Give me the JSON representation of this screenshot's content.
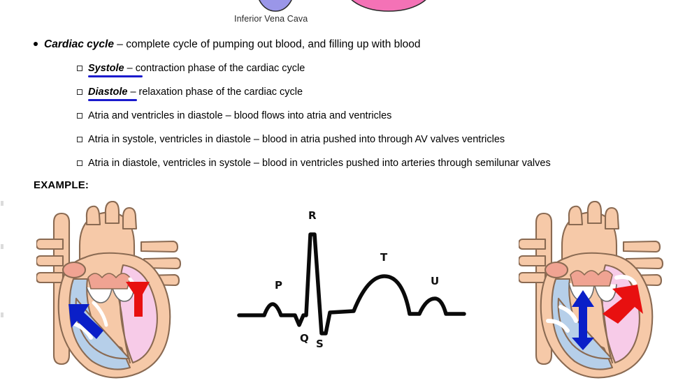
{
  "top_diagram": {
    "label": "Inferior Vena Cava",
    "shapes": {
      "vein_circle_color": "#9a96e8",
      "artery_ellipse_color": "#f472b6",
      "outline_color": "#2b2b2b"
    }
  },
  "notes": {
    "main_bullet": {
      "term": "Cardiac cycle",
      "text": " – complete cycle of pumping out blood, and filling up with blood"
    },
    "sub_bullets": [
      {
        "term": "Systole",
        "text": " – contraction phase of the cardiac cycle",
        "underlined": true
      },
      {
        "term": "Diastole",
        "text": " – relaxation phase of the cardiac cycle",
        "underlined": true
      },
      {
        "term": "",
        "text": "Atria and ventricles in diastole – blood flows into atria and ventricles",
        "underlined": false
      },
      {
        "term": "",
        "text": "Atria in systole, ventricles in diastole – blood in atria pushed into through AV valves ventricles",
        "underlined": false
      },
      {
        "term": "",
        "text": "Atria in diastole, ventricles in systole – blood in ventricles pushed into arteries through semilunar valves",
        "underlined": false
      }
    ],
    "example_label": "EXAMPLE:",
    "underline_color": "#1a1acd"
  },
  "ecg": {
    "labels": {
      "p": "P",
      "q": "Q",
      "r": "R",
      "s": "S",
      "t": "T",
      "u": "U"
    },
    "trace_color": "#0a0a0a",
    "description": "Normal sinus rhythm ECG waveform with P wave, QRS complex, T wave and U wave"
  },
  "heart_diagrams": [
    {
      "id": "heart-atrial-systole",
      "position": "left",
      "blue_arrow": "down-right",
      "red_arrow": "down",
      "caption": ""
    },
    {
      "id": "heart-ventricular-systole",
      "position": "right",
      "blue_arrow": "up",
      "red_arrow": "up-right",
      "caption": ""
    }
  ],
  "colors": {
    "myocardium": "#f6c9a8",
    "myocardium_outline": "#8a6a52",
    "vessel_opening": "#f0a392",
    "right_chamber_blue": "#b6cfe9",
    "left_chamber_pink": "#f7cbe8",
    "arrow_blue": "#0a1fc8",
    "arrow_red": "#e81010",
    "valve_white": "#ffffff"
  }
}
